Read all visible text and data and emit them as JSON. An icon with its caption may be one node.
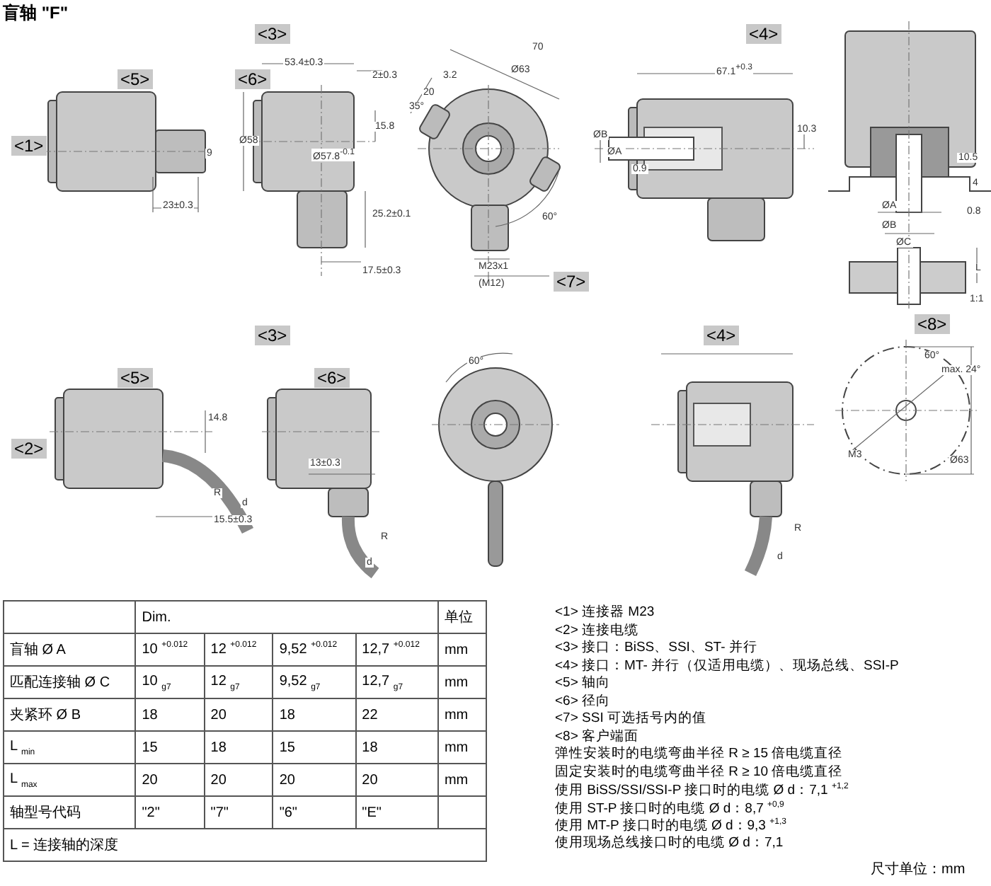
{
  "diagram": {
    "title": "盲轴 \"F\"",
    "labels": [
      "<3>",
      "<4>",
      "<5>",
      "<6>",
      "53.4±0.3",
      "2±0.3",
      "70",
      "Ø63",
      "3.2",
      "20",
      "35°",
      "67.1$^{+0.3}$",
      "<1>",
      "Ø58",
      "Ø57.8$^{-0.1}$",
      "15.8",
      "9",
      "ØB",
      "ØA",
      "0.9",
      "10.3",
      "4",
      "10.5",
      "ØA",
      "ØB",
      "0.8",
      "ØC",
      "L",
      "23±0.3",
      "25.2±0.1",
      "17.5±0.3",
      "60°",
      "M23x1",
      "(M12)",
      "<7>",
      "1:1",
      "<3>",
      "<4>",
      "<8>",
      "<5>",
      "<6>",
      "60°",
      "60°",
      "max. 24°",
      "Ø63",
      "<2>",
      "14.8",
      "13±0.3",
      "R",
      "d",
      "15.5±0.3",
      "M3",
      "R",
      "d",
      "R",
      "d",
      "Dim.",
      "单位",
      "盲轴 Ø A",
      "10 $^{+0.012}$",
      "12 $^{+0.012}$",
      "9,52 $^{+0.012}$",
      "12,7 $^{+0.012}$",
      "mm",
      "匹配连接轴 Ø C",
      "10 $_{g7}$",
      "12 $_{g7}$",
      "9,52 $_{g7}$",
      "12,7 $_{g7}$",
      "mm",
      "夹紧环 Ø B",
      "18",
      "20",
      "18",
      "22",
      "mm",
      "L $_{min}$",
      "15",
      "18",
      "15",
      "18",
      "mm",
      "L $_{max}$",
      "20",
      "20",
      "20",
      "20",
      "mm",
      "轴型号代码",
      "\"2\"",
      "\"7\"",
      "\"6\"",
      "\"E\"",
      "L = 连接轴的深度",
      "<1> 连接器 M23",
      "<2> 连接电缆",
      "<3> 接口：BiSS、SSI、ST- 并行",
      "<4> 接口：MT- 并行（仅适用电缆）、现场总线、SSI-P",
      "<5> 轴向",
      "<6> 径向",
      "<7> SSI 可选括号内的值",
      "<8> 客户端面",
      "弹性安装时的电缆弯曲半径 R ≥ 15 倍电缆直径",
      "固定安装时的电缆弯曲半径 R ≥ 10 倍电缆直径",
      "使用 BiSS/SSI/SSI-P 接口时的电缆 Ø d：7,1 $^{+1,2}$",
      "使用 ST-P 接口时的电缆 Ø d：8,7 $^{+0,9}$",
      "使用 MT-P 接口时的电缆 Ø d：9,3 $^{+1,3}$",
      "使用现场总线接口时的电缆 Ø d：7,1",
      "尺寸单位：mm"
    ]
  }
}
